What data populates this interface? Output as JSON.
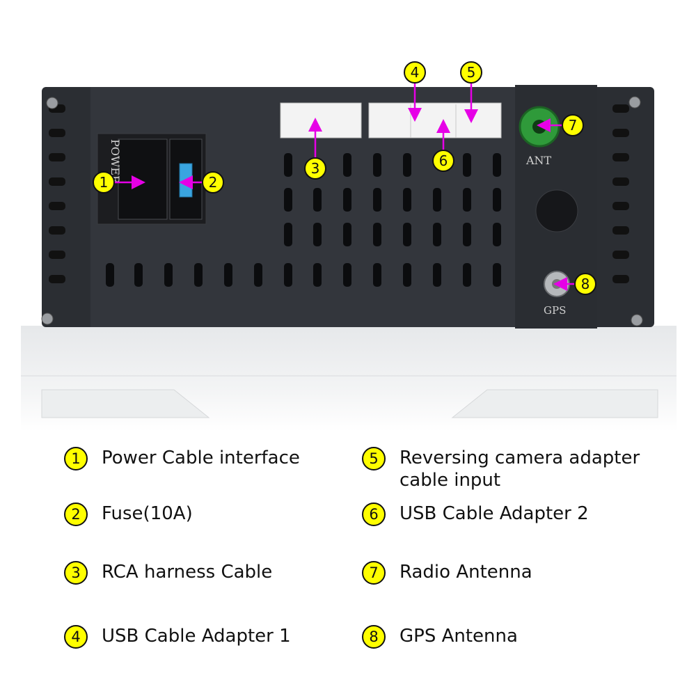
{
  "device_labels": {
    "power": "POWER",
    "ant": "ANT",
    "gps": "GPS"
  },
  "callouts": [
    "1",
    "2",
    "3",
    "4",
    "5",
    "6",
    "7",
    "8"
  ],
  "legend": [
    {
      "num": "1",
      "text": "Power Cable interface"
    },
    {
      "num": "2",
      "text": "Fuse(10A)"
    },
    {
      "num": "3",
      "text": "RCA harness Cable"
    },
    {
      "num": "4",
      "text": "USB Cable Adapter 1"
    },
    {
      "num": "5",
      "text": "Reversing camera adapter cable input"
    },
    {
      "num": "6",
      "text": "USB Cable Adapter 2"
    },
    {
      "num": "7",
      "text": "Radio Antenna"
    },
    {
      "num": "8",
      "text": "GPS Antenna"
    }
  ],
  "colors": {
    "badge": "#ffff00",
    "arrow": "#e600e6",
    "chassis": "#2b2e33",
    "connector": "#f3f3f3",
    "green_jack": "#2f9a3a"
  }
}
